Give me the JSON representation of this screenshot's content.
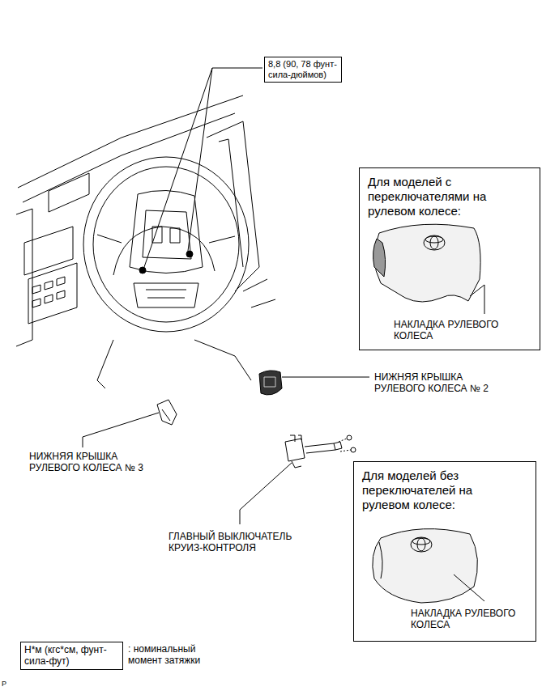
{
  "diagram": {
    "nodes": [
      {
        "text": [
          "8,8 (90, 78 фунт-сила-дюймов)"
        ]
      },
      {
        "text": [
          "Для моделей с переключателями на рулевом колесе:",
          "НАКЛАДКА РУЛЕВОГО КОЛЕСА"
        ]
      },
      {
        "text": [
          "Для моделей без переключателей на рулевом колесе:",
          "НАКЛАДКА РУЛЕВОГО КОЛЕСА"
        ]
      },
      {
        "text": [
          "Н*м (кгс*см, фунт-сила-фут)"
        ]
      }
    ],
    "labels": [
      "НИЖНЯЯ КРЫШКА РУЛЕВОГО КОЛЕСА № 2",
      "НИЖНЯЯ КРЫШКА РУЛЕВОГО КОЛЕСА № 3",
      "ГЛАВНЫЙ ВЫКЛЮЧАТЕЛЬ КРУИЗ-КОНТРОЛЯ",
      "P"
    ],
    "legend": [
      {
        "text": ": номинальный момент затяжки"
      }
    ]
  }
}
